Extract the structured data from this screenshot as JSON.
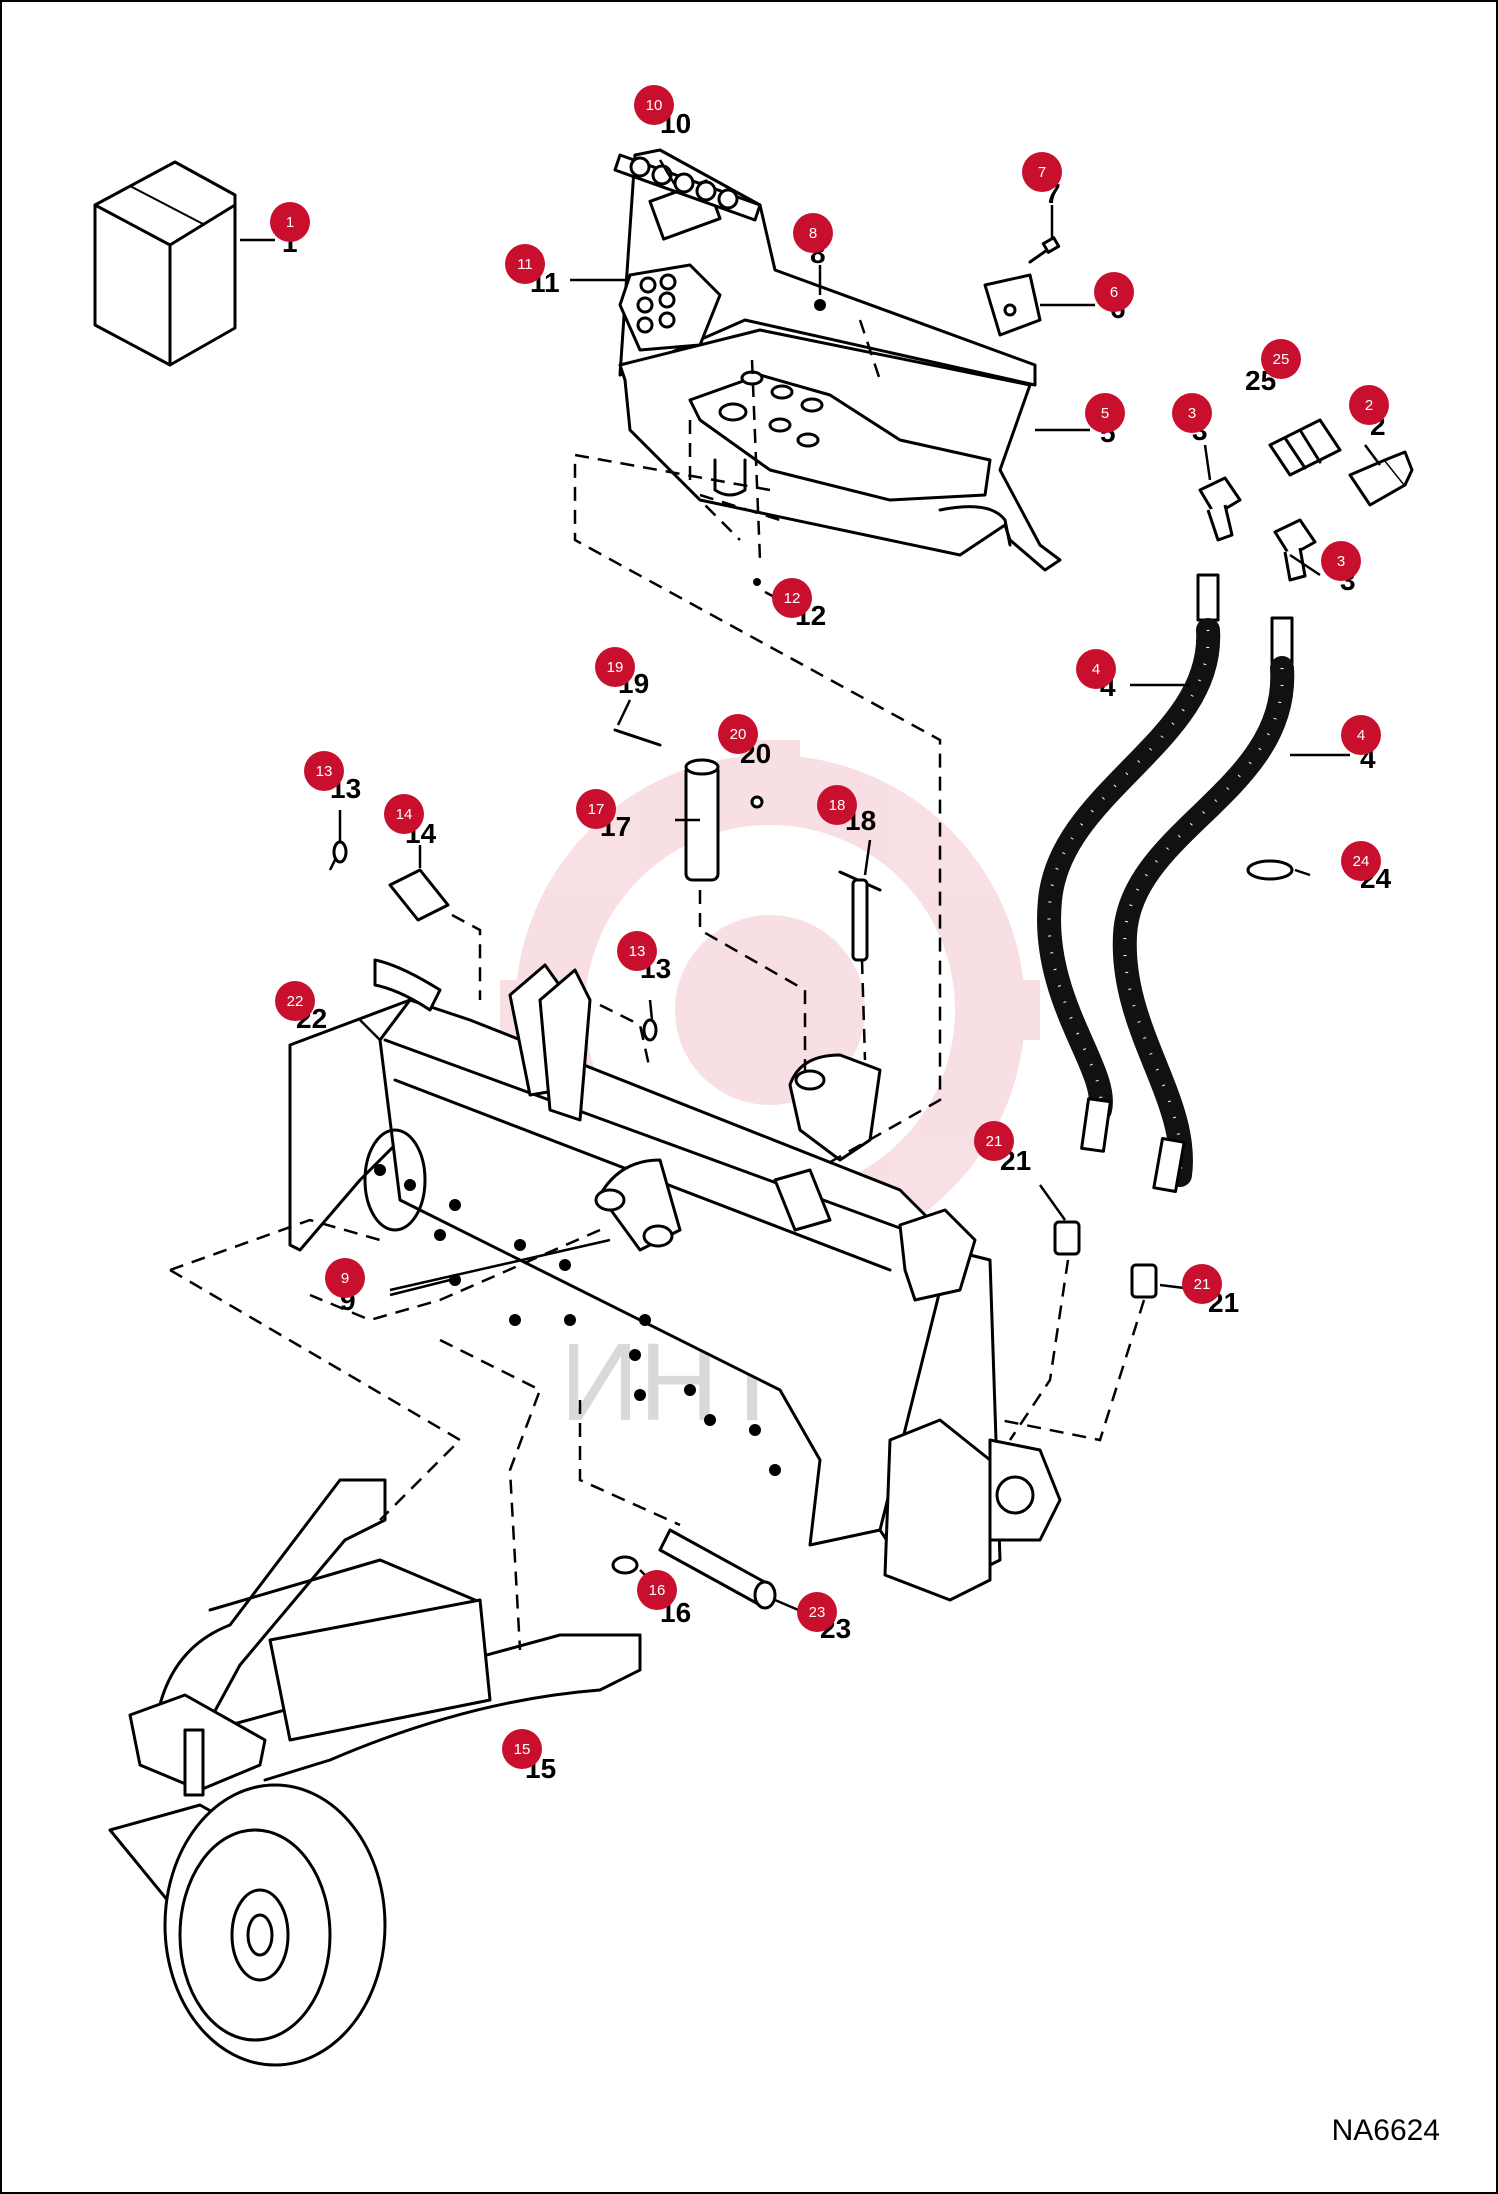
{
  "document_code": "NA6624",
  "watermark_text": "ИНТЕХ",
  "accent_color": "#c8102e",
  "callouts": {
    "c1": "1",
    "c2": "2",
    "c3a": "3",
    "c3b": "3",
    "c4a": "4",
    "c4b": "4",
    "c5": "5",
    "c6": "6",
    "c7": "7",
    "c8": "8",
    "c9": "9",
    "c10": "10",
    "c11": "11",
    "c12": "12",
    "c13a": "13",
    "c13b": "13",
    "c14": "14",
    "c15": "15",
    "c16": "16",
    "c17": "17",
    "c18": "18",
    "c19": "19",
    "c20": "20",
    "c21a": "21",
    "c21b": "21",
    "c22": "22",
    "c23": "23",
    "c24": "24",
    "c25": "25"
  }
}
